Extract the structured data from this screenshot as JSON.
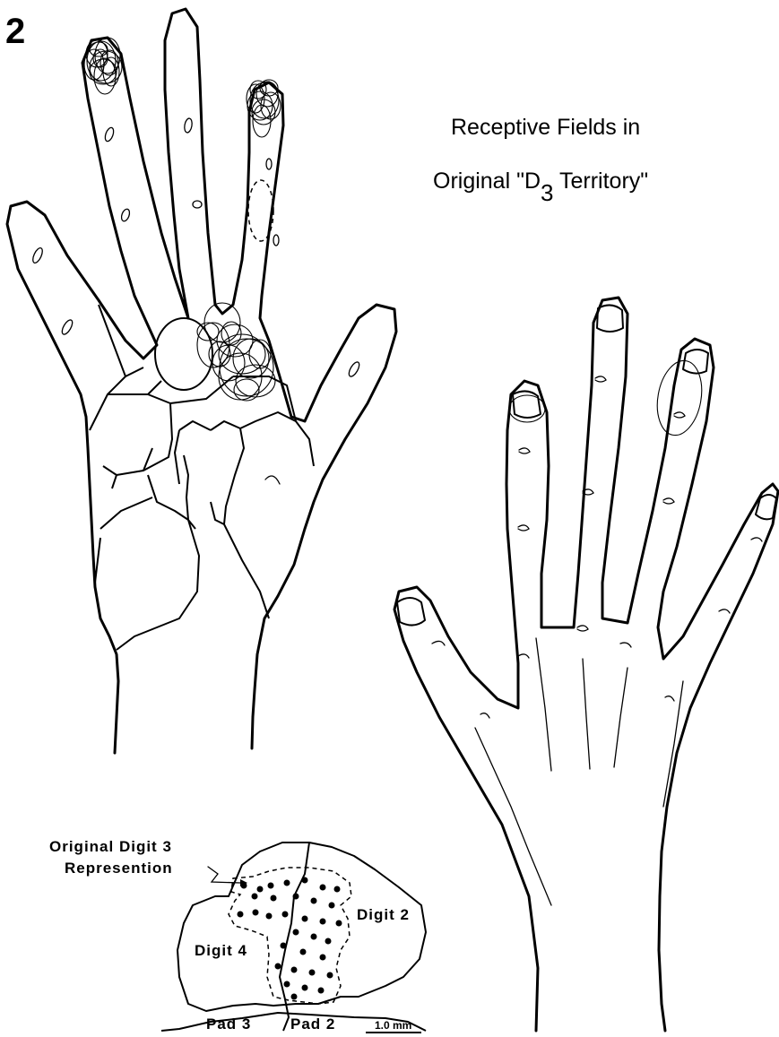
{
  "figure_number": "2",
  "title": {
    "line1": "Receptive Fields in",
    "line2_prefix": "Original \"D",
    "line2_subscript": "3",
    "line2_suffix": " Territory\""
  },
  "cortex_map": {
    "callout": {
      "line1": "Original Digit 3",
      "line2": "Represention"
    },
    "regions": {
      "digit4": "Digit 4",
      "digit2": "Digit 2",
      "pad3": "Pad 3",
      "pad2": "Pad 2"
    },
    "scale_bar": "1.0 mm"
  },
  "colors": {
    "ink": "#000000",
    "background": "#ffffff"
  }
}
